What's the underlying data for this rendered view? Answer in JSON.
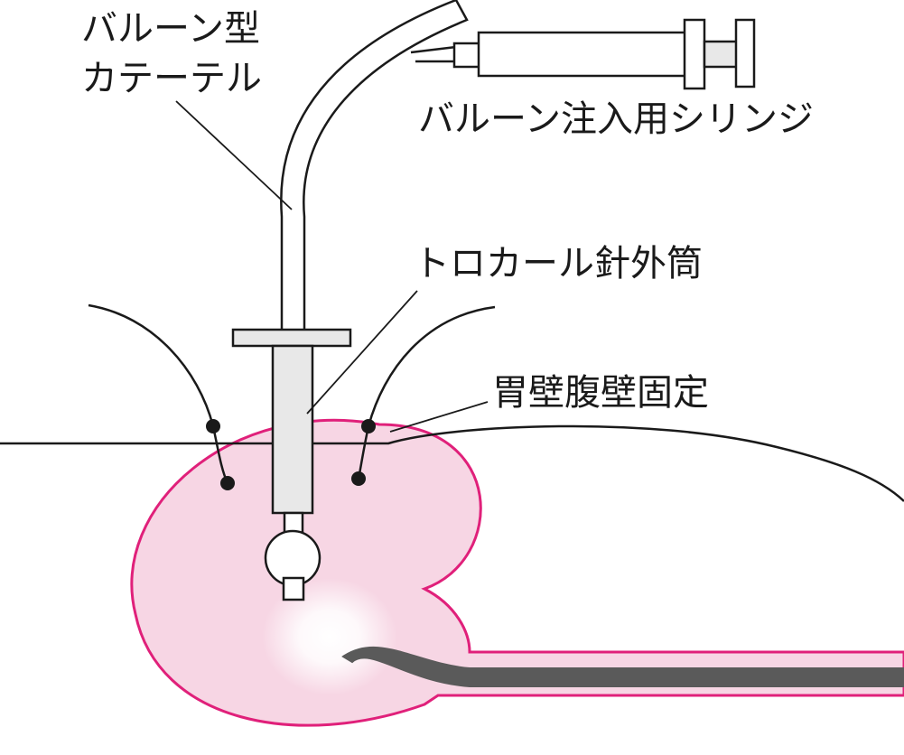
{
  "labels": {
    "balloon_catheter_line1": "バルーン型",
    "balloon_catheter_line2": "カテーテル",
    "syringe": "バルーン注入用シリンジ",
    "trocar_sheath": "トロカール針外筒",
    "gastropexy": "胃壁腹壁固定"
  },
  "colors": {
    "stroke": "#1a1a1a",
    "stomach_outline": "#e0207a",
    "stomach_fill": "#f7d6e4",
    "endoscope": "#5a5a5a",
    "device_fill": "#e8e8e8",
    "light_glow": "#ffffff"
  }
}
